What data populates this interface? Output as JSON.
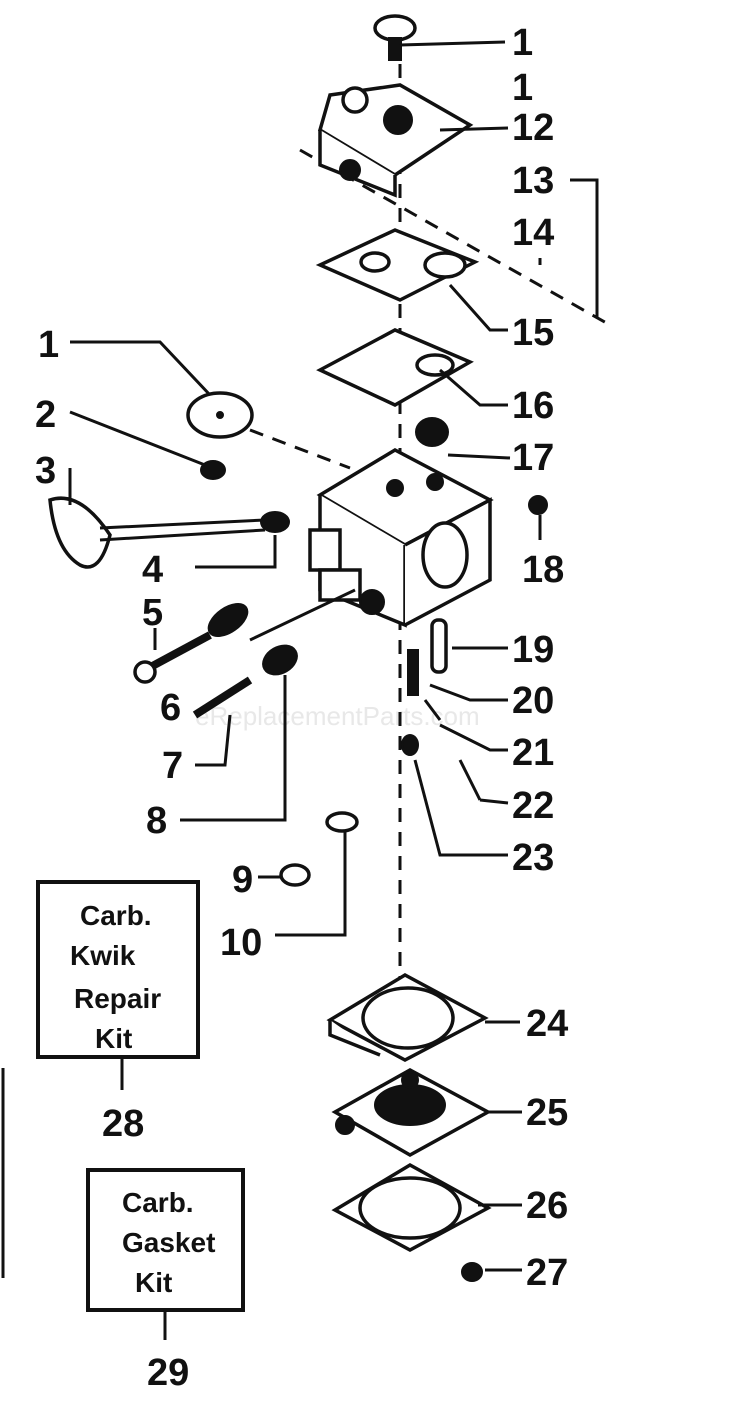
{
  "watermark": "eReplacementParts.com",
  "callouts": [
    "1",
    "1",
    "12",
    "13",
    "14",
    "15",
    "16",
    "17",
    "18",
    "19",
    "20",
    "21",
    "22",
    "23",
    "24",
    "25",
    "26",
    "27",
    "1",
    "2",
    "3",
    "4",
    "5",
    "6",
    "7",
    "8",
    "9",
    "10",
    "28",
    "29"
  ],
  "kits": {
    "repair": [
      "Carb.",
      "Kwik",
      "Repair",
      "Kit"
    ],
    "gasket": [
      "Carb.",
      "Gasket",
      "Kit"
    ]
  }
}
